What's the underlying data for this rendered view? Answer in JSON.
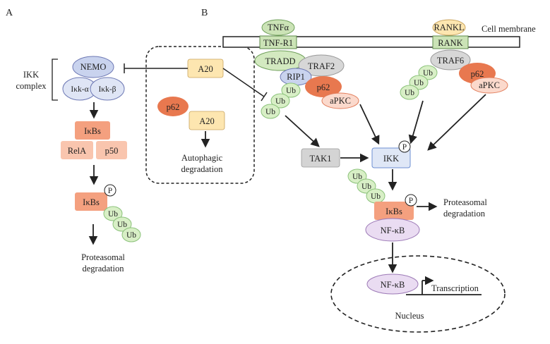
{
  "panels": {
    "a": "A",
    "b": "B"
  },
  "membrane": {
    "label": "Cell membrane"
  },
  "ikk_complex": {
    "label_line1": "IKK",
    "label_line2": "complex",
    "nemo": "NEMO",
    "ikk_alpha": "Iκk-α",
    "ikk_beta": "Iκk-β"
  },
  "left_pathway": {
    "ikbs": "IκBs",
    "rela": "RelA",
    "p50": "p50",
    "ikbs_p": "IκBs",
    "phospho": "P",
    "ub": [
      "Ub",
      "Ub",
      "Ub"
    ],
    "degradation_line1": "Proteasomal",
    "degradation_line2": "degradation"
  },
  "a20_box": {
    "a20_top": "A20",
    "p62": "p62",
    "a20_bottom": "A20",
    "autophagic_line1": "Autophagic",
    "autophagic_line2": "degradation"
  },
  "tnf_complex": {
    "tnfa": "TNFα",
    "tnfr1": "TNF-R1",
    "tradd": "TRADD",
    "traf2": "TRAF2",
    "rip1": "RIP1",
    "p62": "p62",
    "apkc": "aPKC",
    "ub": [
      "Ub",
      "Ub",
      "Ub"
    ]
  },
  "rank_complex": {
    "rankl": "RANKL",
    "rank": "RANK",
    "traf6": "TRAF6",
    "p62": "p62",
    "apkc": "aPKC",
    "ub": [
      "Ub",
      "Ub",
      "Ub"
    ]
  },
  "center": {
    "tak1": "TAK1",
    "ikk": "IKK",
    "phospho": "P",
    "ub": [
      "Ub",
      "Ub",
      "Ub"
    ],
    "ikbs": "IκBs",
    "phospho2": "P",
    "degradation_line1": "Proteasomal",
    "degradation_line2": "degradation",
    "nfkb": "NF-κB"
  },
  "nucleus": {
    "nfkb": "NF-κB",
    "transcription": "Transcription",
    "label": "Nucleus"
  },
  "colors": {
    "nemo_fill": "#c9d3ee",
    "ikbs_fill": "#f4a07f",
    "rela_fill": "#f9c5ae",
    "ub_fill": "#d8efc6",
    "ub_stroke": "#8bc27a",
    "a20_fill": "#fde6b0",
    "p62_fill": "#e8784f",
    "tnf_fill": "#cbe3b6",
    "tradd_fill": "#d3e9c0",
    "traf_fill": "#d7d7d7",
    "apkc_fill": "#fbd9cc",
    "rankl_fill": "#fde6b0",
    "tak1_fill": "#d4d4d4",
    "ikk_fill": "#dfe7f6",
    "nfkb_fill": "#eadcf2"
  }
}
